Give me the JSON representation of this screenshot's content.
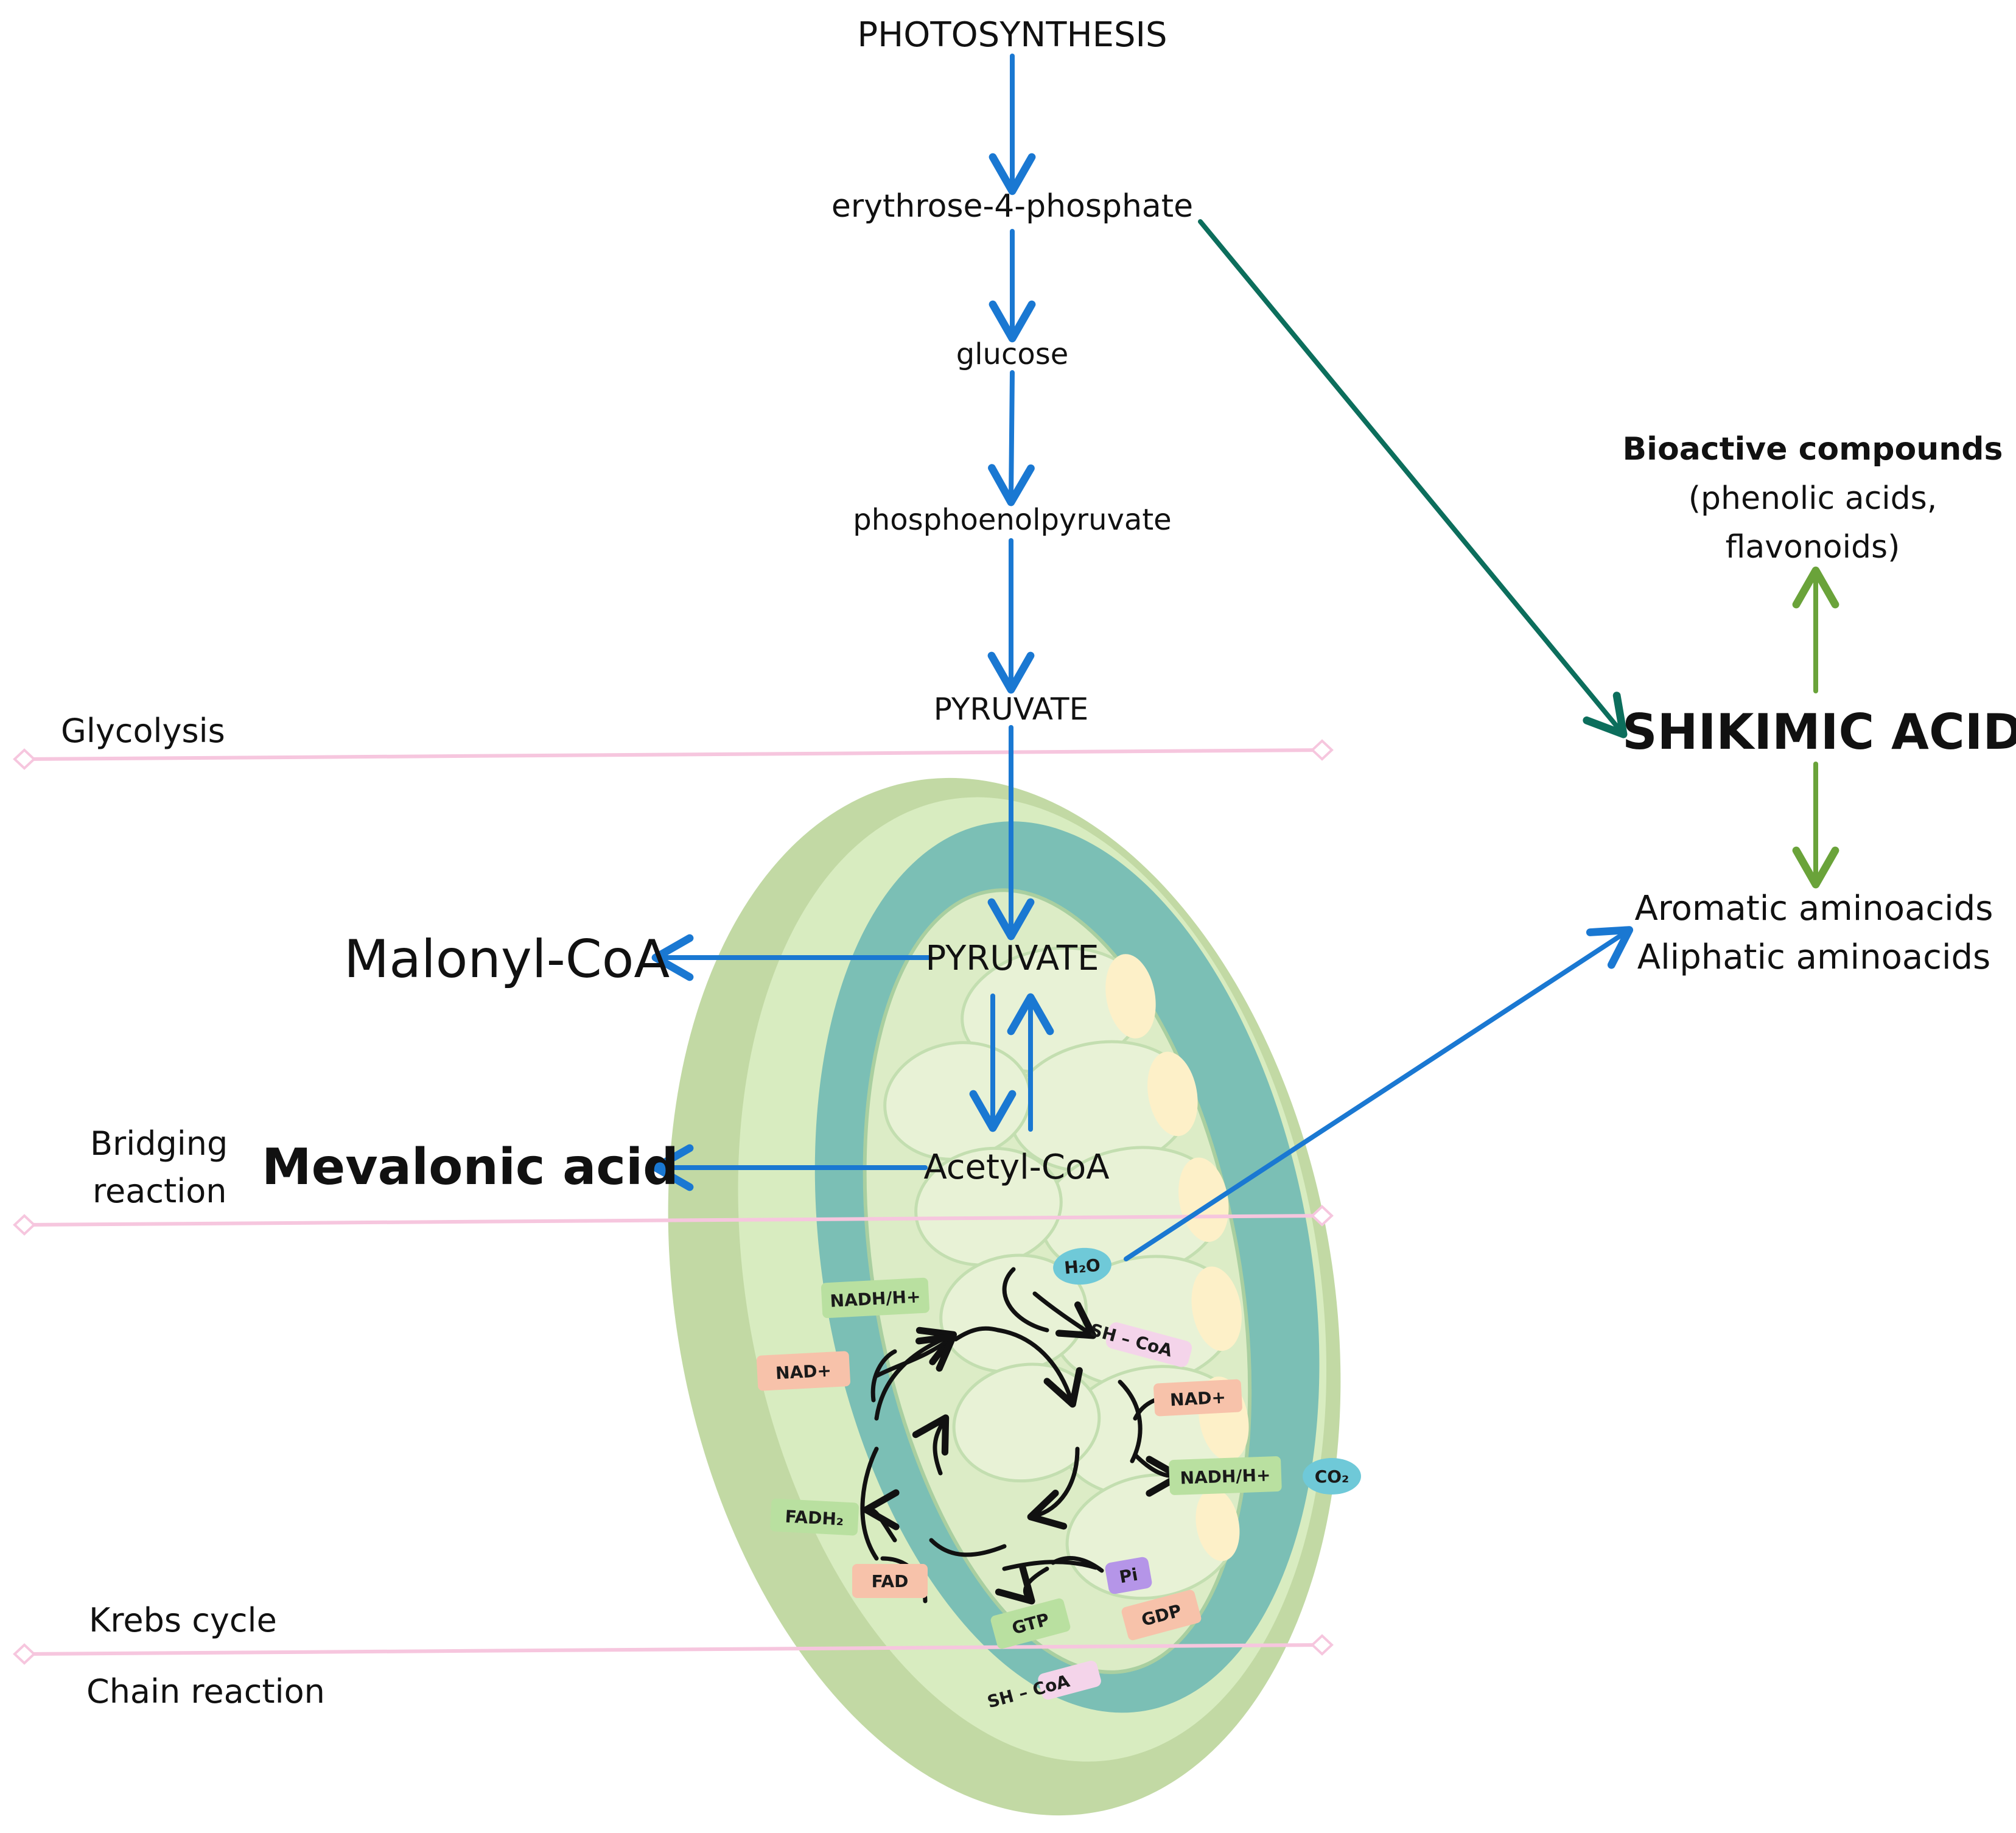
{
  "pathway": {
    "photosynthesis": "PHOTOSYNTHESIS",
    "erythrose": "erythrose-4-phosphate",
    "glucose": "glucose",
    "pep": "phosphoenolpyruvate",
    "pyruvate_cytosol": "PYRUVATE",
    "pyruvate_mito": "PYRUVATE",
    "acetyl_coa": "Acetyl-CoA",
    "malonyl_coa": "Malonyl-CoA",
    "mevalonic_acid": "Mevalonic acid",
    "shikimic_acid": "SHIKIMIC ACID",
    "bioactive_title": "Bioactive compounds",
    "bioactive_line1": "(phenolic acids,",
    "bioactive_line2": "flavonoids)",
    "aromatic": "Aromatic aminoacids",
    "aliphatic": "Aliphatic aminoacids"
  },
  "stages": {
    "glycolysis": "Glycolysis",
    "bridging_line1": "Bridging",
    "bridging_line2": "reaction",
    "krebs": "Krebs cycle",
    "chain": "Chain reaction"
  },
  "krebs_cycle": {
    "h2o": "H₂O",
    "sh_coa_top": "SH – CoA",
    "nadh_top_left": "NADH/H+",
    "nad_left": "NAD+",
    "nad_right": "NAD+",
    "nadh_right": "NADH/H+",
    "co2": "CO₂",
    "fadh2": "FADH₂",
    "fad": "FAD",
    "pi": "Pi",
    "gdp": "GDP",
    "gtp": "GTP",
    "sh_coa_bottom": "SH – CoA"
  },
  "colors": {
    "arrow_blue": "#1a78d2",
    "arrow_teal": "#0c6e5c",
    "arrow_green": "#6aa33a",
    "stage_line": "#f6c6de",
    "mito_outer": "#c2d9a4",
    "mito_inner": "#7bbfb5",
    "tag_green": "#b9e0a0",
    "tag_orange": "#f7c2aa",
    "tag_pink": "#f4d4ea",
    "tag_blue": "#6fc9d8",
    "tag_purple": "#b595e8"
  }
}
